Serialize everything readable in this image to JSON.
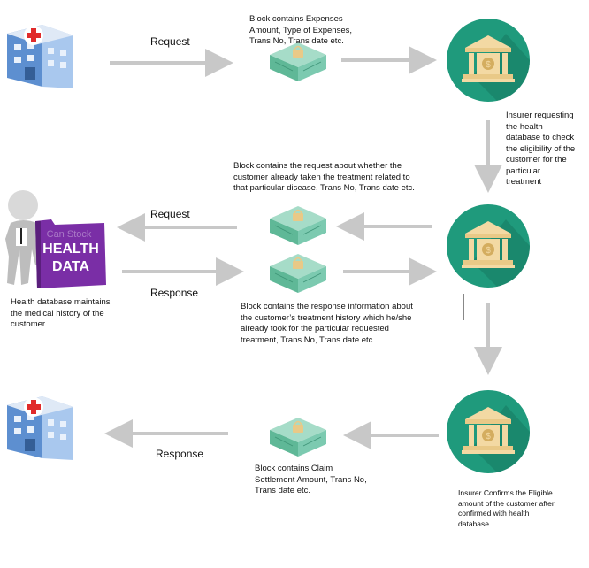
{
  "arrow_labels": {
    "request_top": "Request",
    "request_mid": "Request",
    "response_mid": "Response",
    "response_bottom": "Response"
  },
  "blocks": {
    "block1": "Block contains Expenses Amount, Type of Expenses, Trans No, Trans date etc.",
    "block2": "Block contains the request about whether the customer already taken the treatment related to that particular disease, Trans No, Trans date etc.",
    "block3": "Block contains the response information about the customer’s treatment history which he/she already took for the particular requested treatment, Trans No, Trans date etc.",
    "block4": "Block contains Claim Settlement Amount, Trans No, Trans date etc."
  },
  "notes": {
    "insurer_request": "Insurer requesting the health database to check the eligibility of the customer for the particular treatment",
    "health_db": "Health database maintains the medical history of the customer.",
    "insurer_confirm": "Insurer Confirms the Eligible amount of the customer after confirmed with health database"
  },
  "folder": {
    "line1": "HEALTH",
    "line2": "DATA",
    "watermark": "Can Stock"
  },
  "colors": {
    "arrow": "#c8c8c8",
    "bank_circle": "#1f9a7c",
    "bank_building": "#f3d9a3",
    "block_fill": "#7ccab0",
    "folder": "#7a2ea6"
  }
}
